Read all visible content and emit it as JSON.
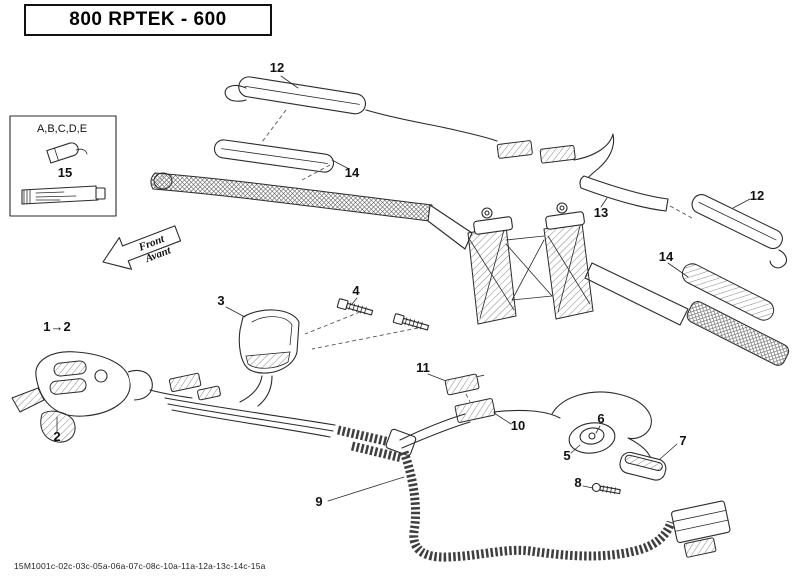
{
  "title": "800 RPTEK - 600",
  "part_code": "15M1001c-02c-03c-05a-06a-07c-08c-10a-11a-12a-13c-14c-15a",
  "inset": {
    "label": "A,B,C,D,E",
    "callout": "15"
  },
  "direction": {
    "line1": "Front",
    "line2": "Avant"
  },
  "callouts": {
    "heated_grip_top": {
      "label": "12"
    },
    "grip_left": {
      "label": "14"
    },
    "heater_element_right_upper": {
      "label": "13"
    },
    "heated_grip_right": {
      "label": "12"
    },
    "heater_element_right_lower": {
      "label": "14"
    },
    "switch_housing": {
      "label": "3"
    },
    "screws": {
      "label": "4"
    },
    "multifunction_switch": {
      "label": "1→2"
    },
    "switch_lower": {
      "label": "2"
    },
    "connector_upper": {
      "label": "11"
    },
    "connector_lower": {
      "label": "10"
    },
    "cutoff_switch": {
      "label": "5"
    },
    "cutoff_cap": {
      "label": "6"
    },
    "bracket": {
      "label": "7"
    },
    "screw_small": {
      "label": "8"
    },
    "main_harness": {
      "label": "9"
    }
  }
}
